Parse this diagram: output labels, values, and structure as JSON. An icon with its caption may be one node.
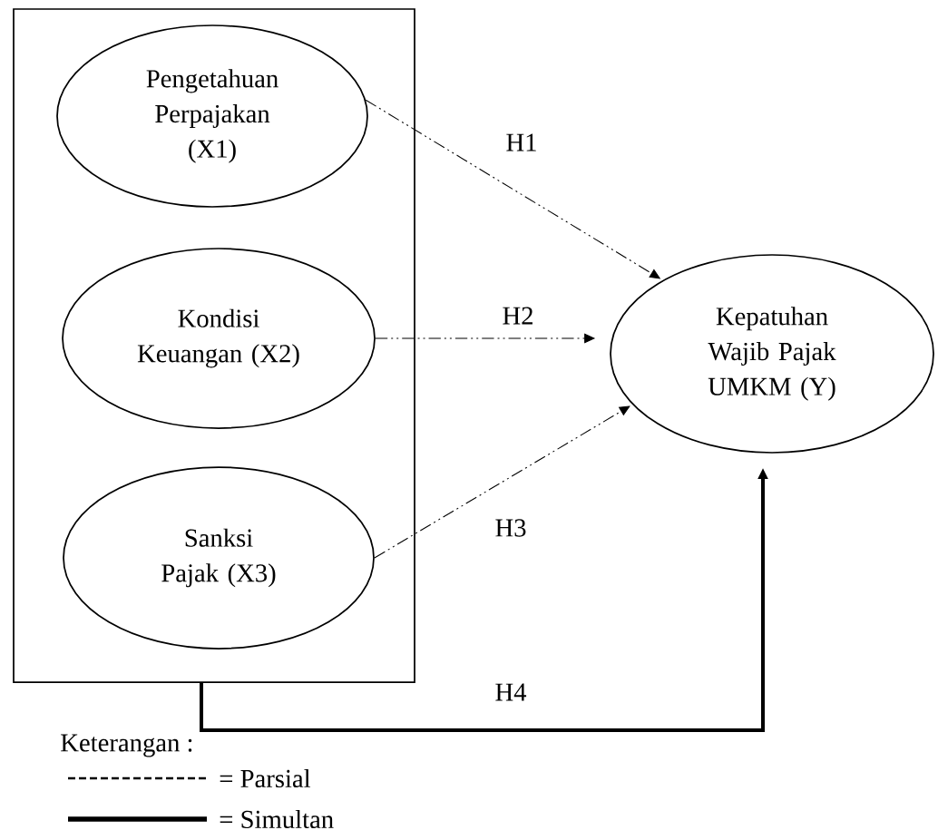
{
  "diagram": {
    "nodes": [
      {
        "text": [],
        "shape": "box"
      },
      {
        "text": [
          "Pengetahuan Perpajakan (X1)"
        ],
        "in": 0
      },
      {
        "text": [
          "Kondisi Keuangan (X2)"
        ],
        "in": 0
      },
      {
        "text": [
          "Sanksi Pajak (X3)"
        ],
        "in": 0
      },
      {
        "text": [
          "Kepatuhan Wajib Pajak UMKM (Y)"
        ]
      }
    ],
    "edges": [
      {
        "from": 1,
        "to": 4,
        "arrow": "to",
        "label": "H1",
        "style": "dashed"
      },
      {
        "from": 2,
        "to": 4,
        "arrow": "to",
        "label": "H2",
        "style": "dashed"
      },
      {
        "from": 3,
        "to": 4,
        "arrow": "to",
        "label": "H3",
        "style": "dashed"
      },
      {
        "from": 0,
        "to": 4,
        "arrow": "to",
        "label": "H4",
        "style": "thick"
      }
    ],
    "labels": [
      "Keterangan :"
    ],
    "legend": [
      {
        "text": "= Parsial"
      },
      {
        "text": "= Simultan"
      }
    ]
  }
}
